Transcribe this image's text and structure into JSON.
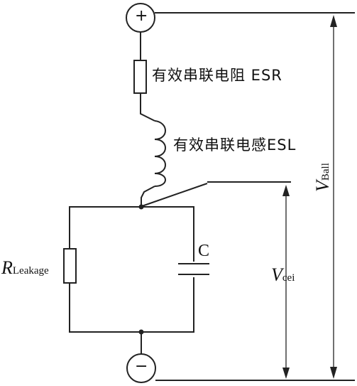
{
  "terminals": {
    "positive": "+",
    "negative": "−"
  },
  "labels": {
    "esr": "有效串联电阻 ESR",
    "esl": "有效串联电感ESL",
    "leakage_symbol": "R",
    "leakage_sub": "Leakage",
    "capacitor": "C",
    "vcei_symbol": "V",
    "vcei_sub": "cei",
    "vball_symbol": "V",
    "vball_sub": "Ball"
  }
}
